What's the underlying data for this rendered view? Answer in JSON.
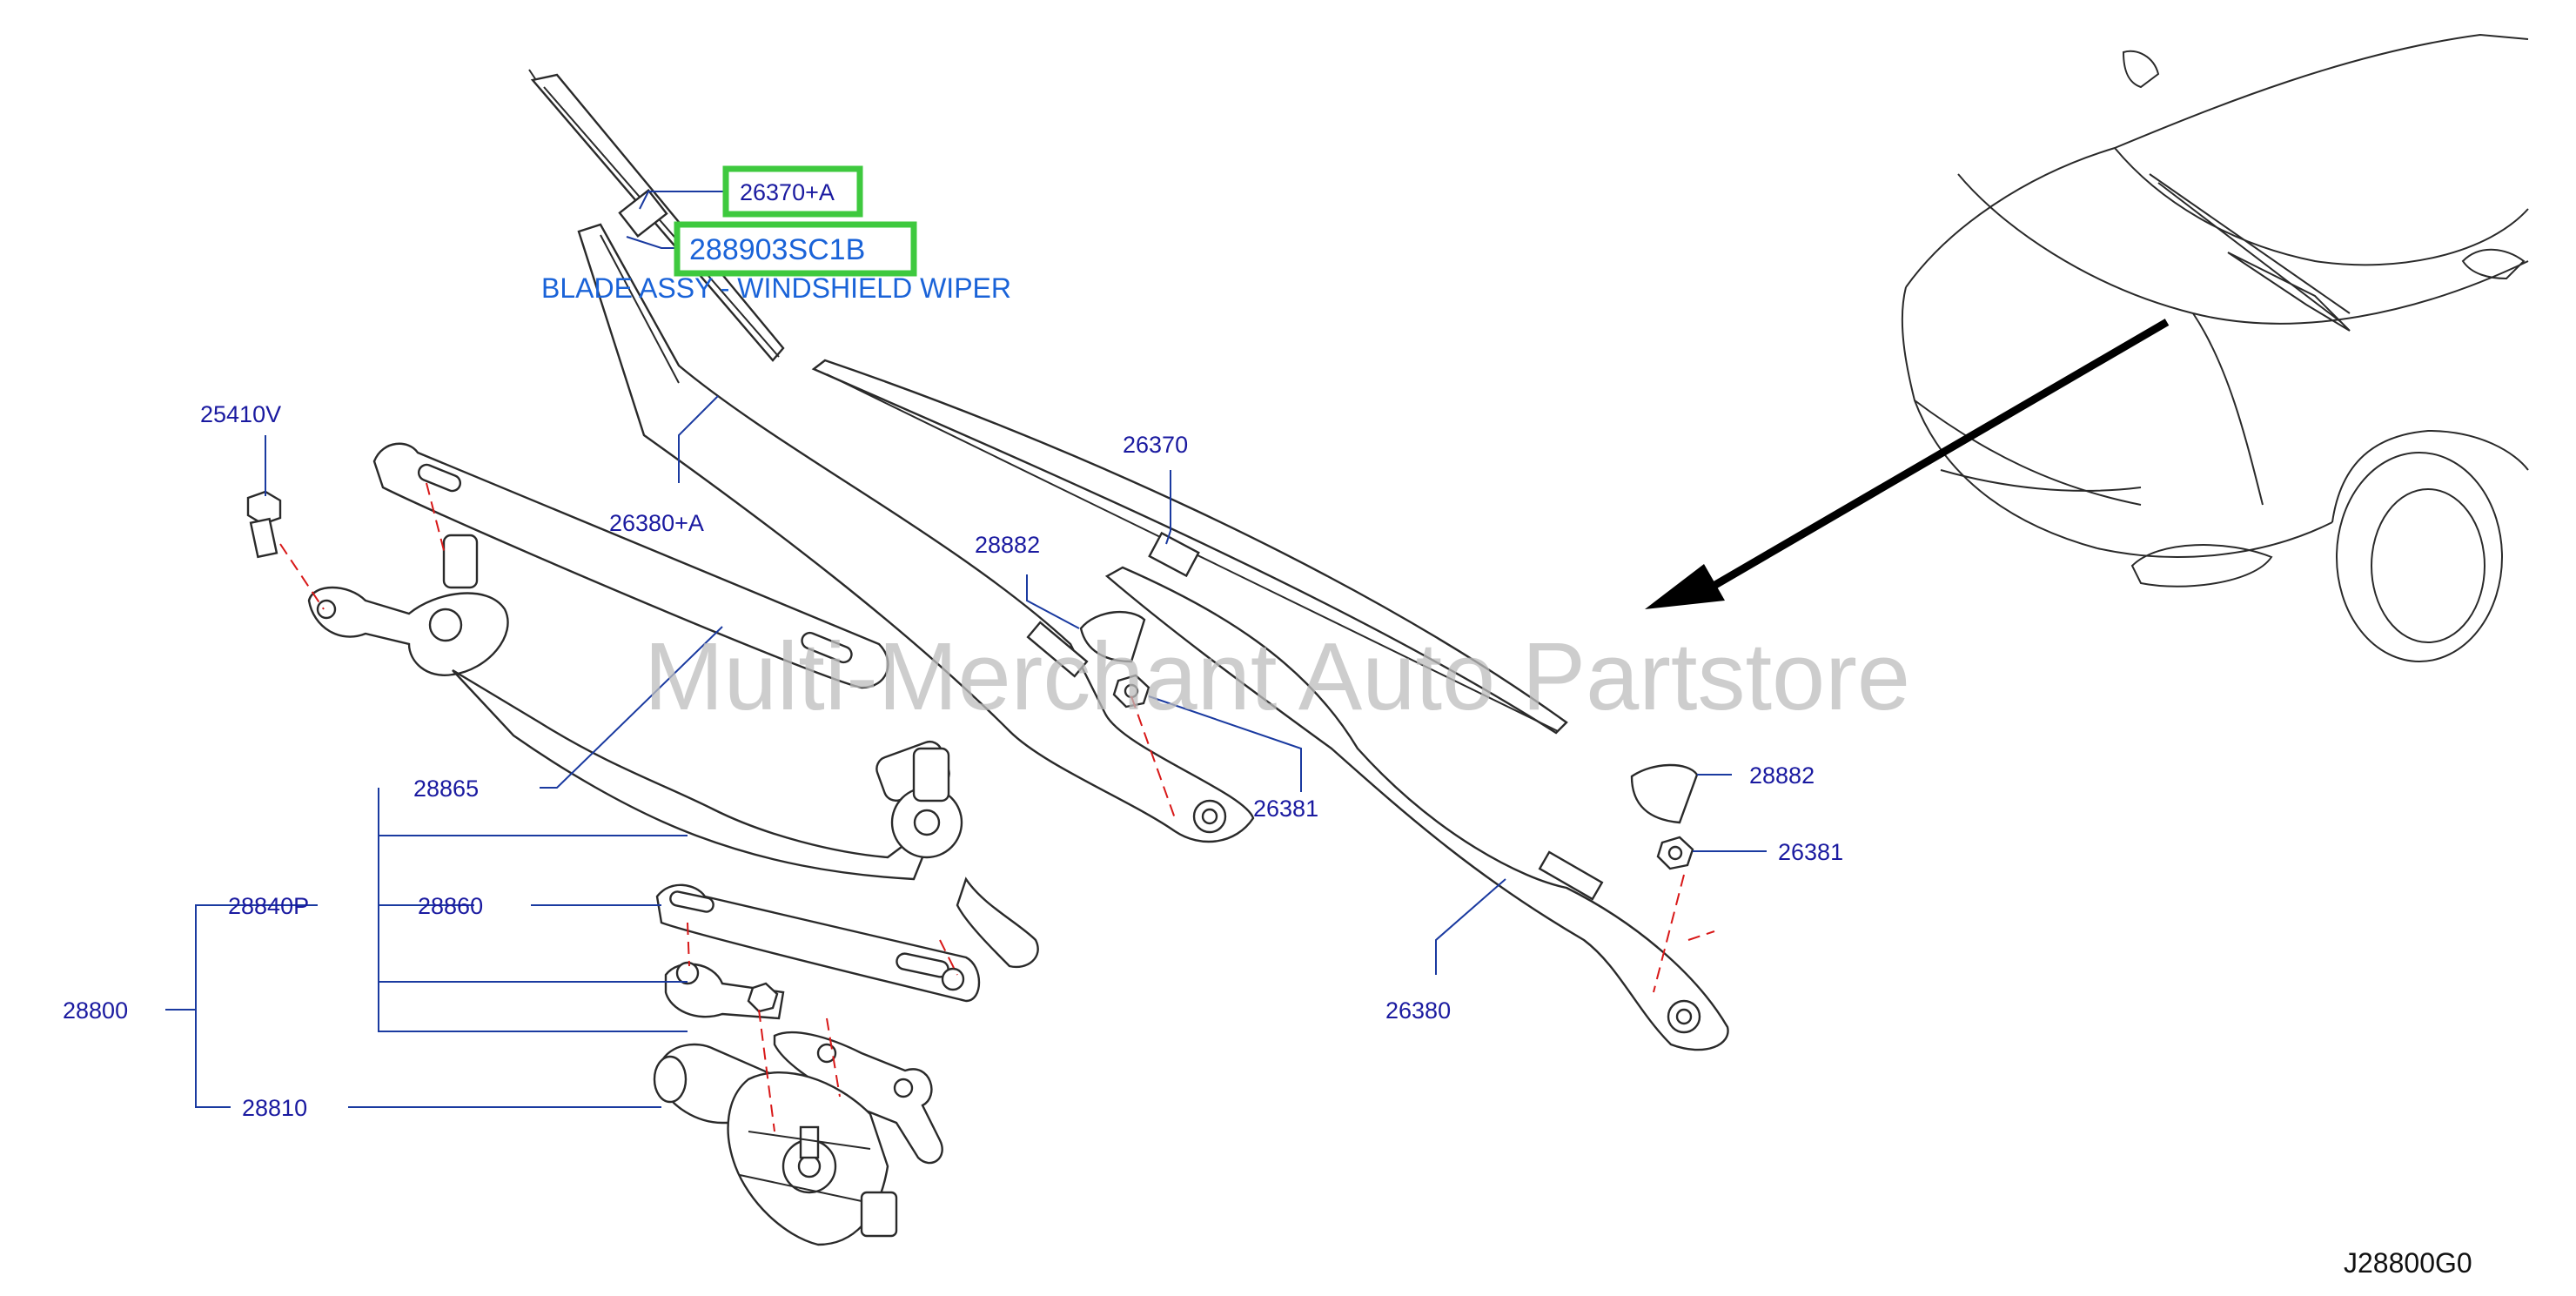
{
  "diagram_code": "J28800G0",
  "watermark": "Multi-Merchant Auto Partstore",
  "highlight_color": "#3ec93e",
  "label_color": "#1a1aa0",
  "selected_part": {
    "number": "288903SC1B",
    "description": "BLADE ASSY - WINDSHIELD WIPER"
  },
  "callouts": {
    "c26370A": "26370+A",
    "c25410V": "25410V",
    "c26370": "26370",
    "c26380A": "26380+A",
    "c28882a": "28882",
    "c28882b": "28882",
    "c26381a": "26381",
    "c26381b": "26381",
    "c28865": "28865",
    "c28860": "28860",
    "c28840P": "28840P",
    "c28800": "28800",
    "c28810": "28810",
    "c26380": "26380"
  }
}
